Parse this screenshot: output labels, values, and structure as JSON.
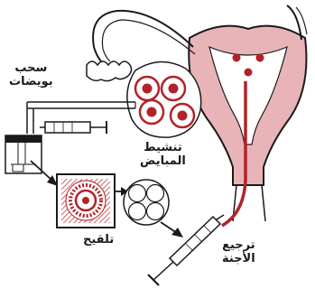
{
  "labels": {
    "egg_retrieval": [
      "سحب",
      "بويضات"
    ],
    "ovary_stimulation": [
      "تنشيط",
      "المبايض"
    ],
    "fertilization": [
      "تلقيح"
    ],
    "embryo_transfer": [
      "ترجيع",
      "الأجنة"
    ]
  },
  "colors": {
    "ink": "#1a1a1a",
    "accent": "#b22228",
    "pink": "#e8b4b8",
    "paper": "#ffffff"
  }
}
